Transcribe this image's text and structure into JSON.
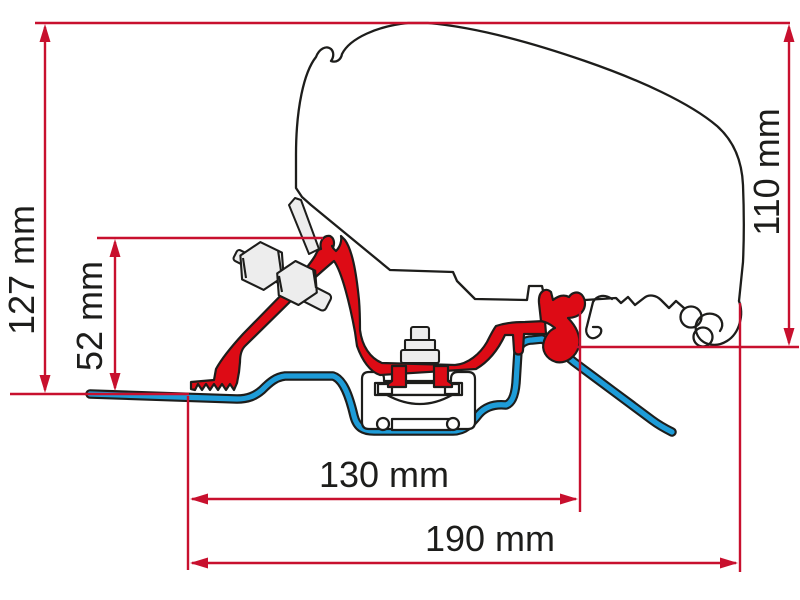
{
  "diagram": {
    "type": "technical-drawing",
    "subject": "Awning adapter bracket mounted on van roof rail - side cross-section with dimensions",
    "dimensions": {
      "overall_height": {
        "label": "127 mm",
        "orientation": "vertical",
        "side": "left-outer"
      },
      "bracket_height": {
        "label": "52 mm",
        "orientation": "vertical",
        "side": "left-inner"
      },
      "case_height": {
        "label": "110 mm",
        "orientation": "vertical",
        "side": "right"
      },
      "inner_width": {
        "label": "130 mm",
        "orientation": "horizontal",
        "row": "upper"
      },
      "overall_width": {
        "label": "190 mm",
        "orientation": "horizontal",
        "row": "lower"
      }
    },
    "parts": {
      "awning_case": "awning case outline",
      "adapter_bracket": "red adapter bracket",
      "roof_profile": "blue vehicle roof profile",
      "mounting_bracket": "roof mounting bracket",
      "fasteners": "hex bolts, nuts and central stud"
    },
    "colors": {
      "dimension_red": "#c8102e",
      "bracket_red": "#dd0b15",
      "roof_blue": "#1e9cd8",
      "outline_black": "#1d1d1b",
      "fastener_gray": "#ededed",
      "background": "#ffffff"
    }
  }
}
